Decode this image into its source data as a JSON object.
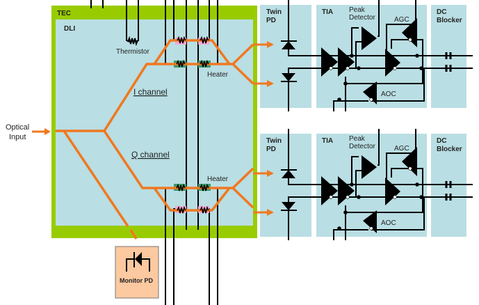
{
  "labels": {
    "tec": "TEC",
    "dli": "DLI",
    "thermistor": "Thermistor",
    "heater_top": "Heater",
    "heater_bottom": "Heater",
    "i_channel": "I channel",
    "q_channel": "Q channel",
    "optical_line1": "Optical",
    "optical_line2": "Input",
    "monitor_pd": "Monitor PD"
  },
  "channels": [
    {
      "name": "I",
      "twin_pd_1": "Twin",
      "twin_pd_2": "PD",
      "tia": "TIA",
      "peak_1": "Peak",
      "peak_2": "Detector",
      "agc": "AGC",
      "aoc": "AOC",
      "dc_1": "DC",
      "dc_2": "Blocker"
    },
    {
      "name": "Q",
      "twin_pd_1": "Twin",
      "twin_pd_2": "PD",
      "tia": "TIA",
      "peak_1": "Peak",
      "peak_2": "Detector",
      "agc": "AGC",
      "aoc": "AOC",
      "dc_1": "DC",
      "dc_2": "Blocker"
    }
  ],
  "colors": {
    "tec": "#99cc00",
    "dli": "#b9dee3",
    "block": "#b9dee3",
    "waveguide": "#f07820",
    "heater_pink": "#f4a6d0",
    "heater_green": "#3a9a6a",
    "monitor": "#fcc9a0",
    "wire": "#000000"
  }
}
